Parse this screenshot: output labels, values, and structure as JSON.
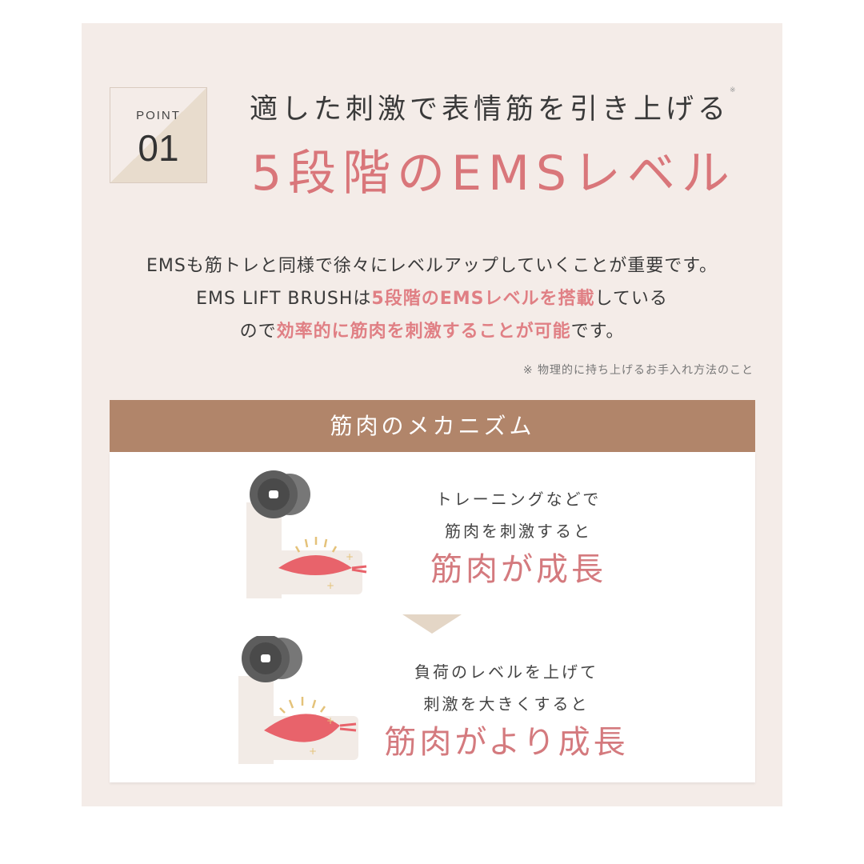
{
  "point_badge": {
    "label": "POINT",
    "number": "01"
  },
  "header": {
    "subtitle": "適した刺激で表情筋を引き上げる",
    "subtitle_mark": "※",
    "title": "5段階のEMSレベル"
  },
  "body": {
    "line1": "EMSも筋トレと同様で徐々にレベルアップしていくことが重要です。",
    "line2_prefix": "EMS LIFT BRUSHは",
    "line2_highlight": "5段階のEMSレベルを搭載",
    "line2_suffix": "している",
    "line3_prefix": "ので",
    "line3_highlight": "効率的に筋肉を刺激することが可能",
    "line3_suffix": "です。",
    "note": "※ 物理的に持ち上げるお手入れ方法のこと"
  },
  "mechanism": {
    "heading": "筋肉のメカニズム",
    "stages": [
      {
        "line1": "トレーニングなどで",
        "line2": "筋肉を刺激すると",
        "result": "筋肉が成長",
        "icon": "arm-dumbbell-icon"
      },
      {
        "line1": "負荷のレベルを上げて",
        "line2": "刺激を大きくすると",
        "result": "筋肉がより成長",
        "icon": "arm-dumbbell-large-muscle-icon"
      }
    ],
    "arrow_icon": "down-arrow-icon"
  },
  "colors": {
    "accent_pink": "#d9767a",
    "header_brown": "#b1856a",
    "panel_bg": "#f4ece8",
    "arrow_beige": "#e4d6c6"
  }
}
